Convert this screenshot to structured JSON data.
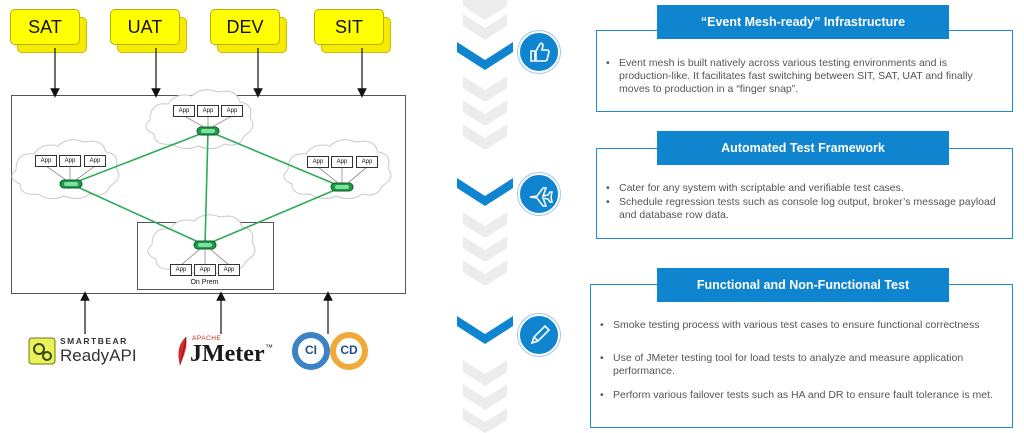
{
  "environments": [
    "SAT",
    "UAT",
    "DEV",
    "SIT"
  ],
  "diagram": {
    "node_app_label": "App",
    "onprem_label": "On Prem"
  },
  "tools": {
    "readyapi_brand": "SMARTBEAR",
    "readyapi_product": "ReadyAPI",
    "jmeter_brand": "APACHE",
    "jmeter_product": "JMeter",
    "jmeter_tm": "™",
    "ci_label": "CI",
    "cd_label": "CD"
  },
  "cards": [
    {
      "title": "“Event Mesh-ready” Infrastructure",
      "icon": "thumbs-up-icon",
      "bullets": [
        "Event mesh is built natively across various testing environments and is production-like. It facilitates fast switching between SIT, SAT, UAT and finally moves to production in a “finger snap”."
      ]
    },
    {
      "title": "Automated Test Framework",
      "icon": "airplane-icon",
      "bullets": [
        "Cater for any system with scriptable and verifiable test cases.",
        "Schedule regression tests such as console log output, broker’s message payload and database row data."
      ]
    },
    {
      "title": "Functional and Non-Functional Test",
      "icon": "pencil-icon",
      "bullets": [
        "Smoke testing process with various test cases to ensure functional correctness",
        "Use of JMeter testing tool for load tests to analyze and measure application performance.",
        "Perform various failover tests such as HA and DR to ensure fault tolerance is met."
      ]
    }
  ],
  "colors": {
    "accent_blue": "#0f85d0",
    "env_yellow": "#ffff00",
    "link_green": "#2eaa5a"
  },
  "bullet_char": "•"
}
